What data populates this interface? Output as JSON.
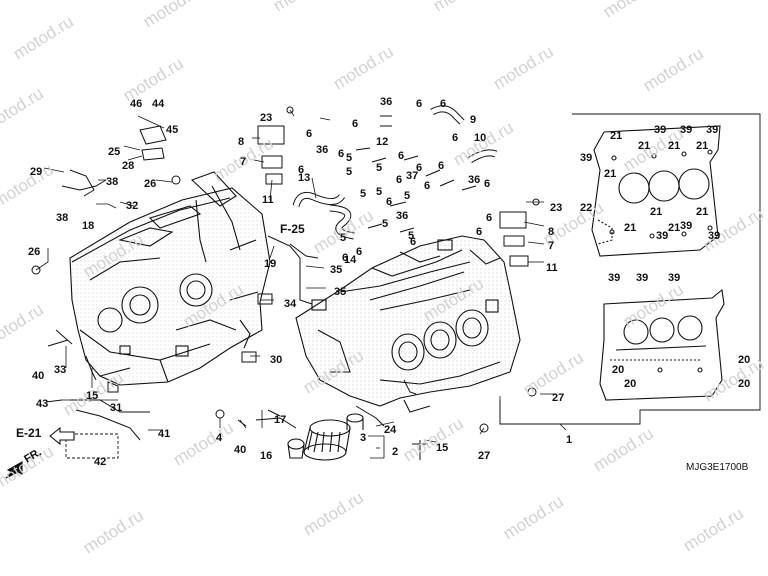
{
  "watermark": {
    "text": "motod.ru",
    "color": "#d2d2d2"
  },
  "reference_labels": {
    "e21": "E-21",
    "f25": "F-25",
    "front": "FR."
  },
  "diagram_code": "MJG3E1700B",
  "callouts": [
    "1",
    "2",
    "3",
    "4",
    "5",
    "6",
    "7",
    "8",
    "9",
    "10",
    "11",
    "12",
    "13",
    "14",
    "15",
    "16",
    "17",
    "18",
    "19",
    "20",
    "21",
    "22",
    "23",
    "24",
    "25",
    "26",
    "27",
    "28",
    "29",
    "30",
    "31",
    "32",
    "33",
    "34",
    "35",
    "36",
    "37",
    "38",
    "39",
    "40",
    "41",
    "42",
    "43",
    "44",
    "45",
    "46"
  ]
}
